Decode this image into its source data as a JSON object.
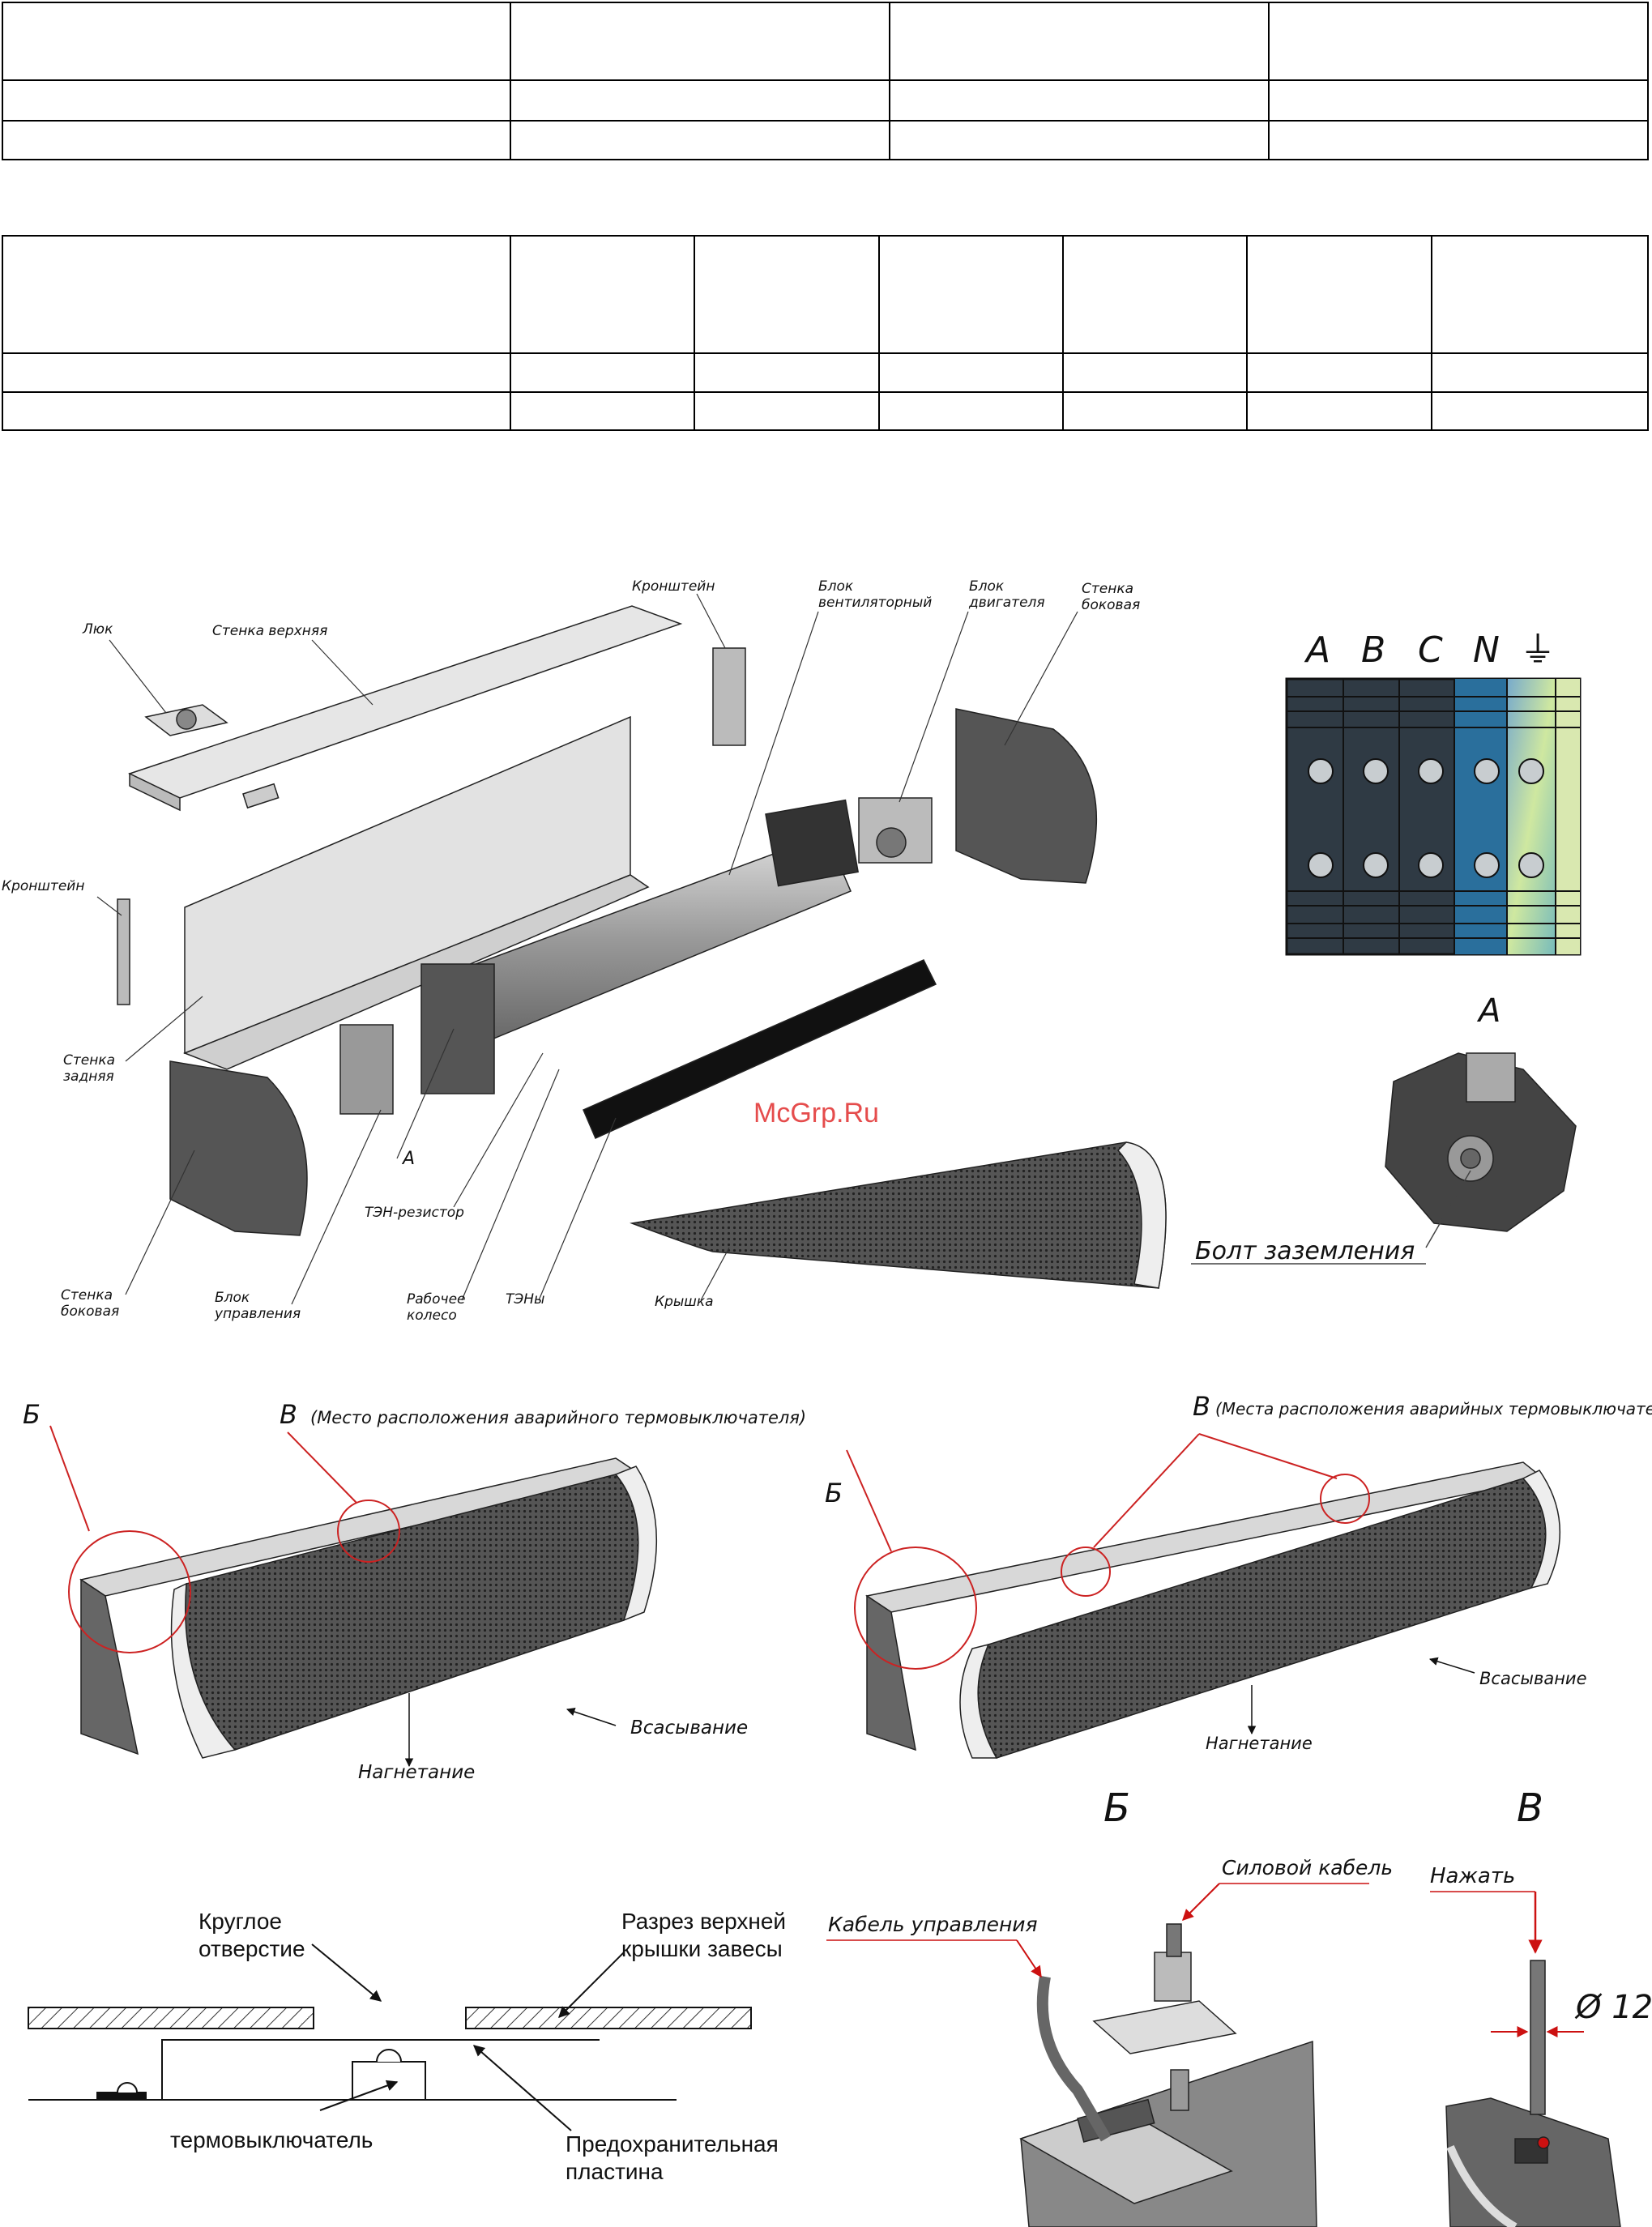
{
  "exploded_view": {
    "labels": {
      "hatch": "Люк",
      "top_wall": "Стенка верхняя",
      "bracket_top": "Кронштейн",
      "fan_unit": "Блок\nвентиляторный",
      "motor_unit": "Блок\nдвигателя",
      "side_wall_right": "Стенка\nбоковая",
      "bracket_left": "Кронштейн",
      "rear_wall": "Стенка\nзадняя",
      "detail_a": "А",
      "heater_resistor": "ТЭН-резистор",
      "side_wall_left": "Стенка\nбоковая",
      "control_unit": "Блок\nуправления",
      "impeller": "Рабочее\nколесо",
      "heaters": "ТЭНы",
      "cover": "Крышка"
    },
    "watermark": "McGrp.Ru"
  },
  "terminal_block": {
    "terminals": [
      "A",
      "B",
      "C",
      "N",
      "⏚"
    ],
    "detail_title": "А",
    "ground_bolt": "Болт заземления"
  },
  "curtain_views": {
    "left": {
      "callout_b": "Б",
      "callout_v": "В",
      "callout_v_note": "(Место расположения аварийного термовыключателя)",
      "intake": "Всасывание",
      "discharge": "Нагнетание"
    },
    "right": {
      "callout_b": "Б",
      "callout_v": "В",
      "callout_v_note": "(Места расположения аварийных термовыключателей)",
      "intake": "Всасывание",
      "discharge": "Нагнетание"
    }
  },
  "section_scheme": {
    "round_hole": "Круглое\nотверстие",
    "top_cover_section": "Разрез верхней\nкрышки завесы",
    "thermal_switch": "термовыключатель",
    "protective_plate": "Предохранительная\nпластина"
  },
  "detail_b": {
    "title": "Б",
    "power_cable": "Силовой кабель",
    "control_cable": "Кабель управления"
  },
  "detail_v": {
    "title": "В",
    "press": "Нажать",
    "diameter": "Ø 12"
  }
}
